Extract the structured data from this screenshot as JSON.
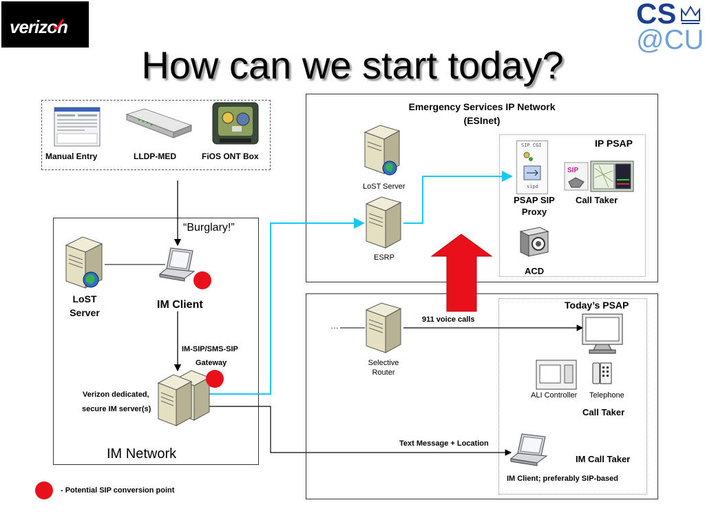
{
  "logos": {
    "verizon_text": "verizon",
    "cs_top": "CS",
    "cs_bottom": "@CU"
  },
  "title": "How can we start today?",
  "sources": {
    "manual_entry": "Manual Entry",
    "lldp_med": "LLDP-MED",
    "fios_ont_box": "FiOS ONT Box"
  },
  "im_network": {
    "burglary": "“Burglary!”",
    "lost_server_line1": "LoST",
    "lost_server_line2": "Server",
    "im_client": "IM Client",
    "gateway_line1": "IM-SIP/SMS-SIP",
    "gateway_line2": "Gateway",
    "server_line1": "Verizon dedicated,",
    "server_line2": "secure IM server(s)",
    "label": "IM Network"
  },
  "esinet": {
    "title_line1": "Emergency Services IP Network",
    "title_line2": "(ESInet)",
    "lost_server": "LoST Server",
    "esrp": "ESRP",
    "ip_psap": "IP PSAP",
    "psap_sip_proxy_line1": "PSAP SIP",
    "psap_sip_proxy_line2": "Proxy",
    "call_taker": "Call Taker",
    "acd": "ACD",
    "sip_cgi": "SIP CGI",
    "sipd": "sipd"
  },
  "today": {
    "todays_psap": "Today’s PSAP",
    "ellipsis": "…",
    "voice_calls": "911 voice calls",
    "selective_router_line1": "Selective",
    "selective_router_line2": "Router",
    "ali_controller": "ALI Controller",
    "telephone": "Telephone",
    "call_taker": "Call Taker",
    "text_message": "Text Message + Location",
    "im_call_taker": "IM Call Taker",
    "im_client_note": "IM Client; preferably SIP-based"
  },
  "legend": {
    "text": "- Potential SIP conversion point",
    "marker_color": "#e8101a"
  },
  "colors": {
    "flow_line": "#19c8f0",
    "arrow_red": "#e8101a",
    "verizon_red": "#e8101a",
    "cu_blue": "#1c3f8f"
  }
}
